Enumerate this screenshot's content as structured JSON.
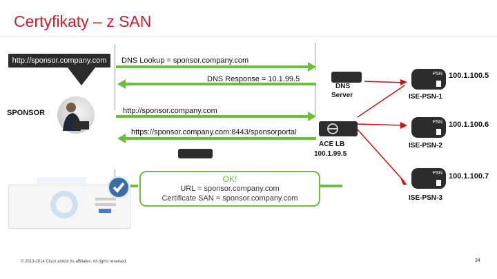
{
  "title": "Certyfikaty – z SAN",
  "url_box": "http://sponsor.company.com",
  "sponsor_label": "SPONSOR",
  "messages": {
    "dns_lookup": "DNS Lookup = sponsor.company.com",
    "dns_response": "DNS Response = 10.1.99.5",
    "http_request": "http://sponsor.company.com",
    "https_redirect": "https://sponsor.company.com:8443/sponsorportal"
  },
  "dns_server": {
    "line1": "DNS",
    "line2": "Server"
  },
  "ace_lb": {
    "line1": "ACE LB",
    "line2": "100.1.99.5"
  },
  "ok_box": {
    "ok": "OK!",
    "url": "URL = sponsor.company.com",
    "san": "Certificate SAN = sponsor.company.com"
  },
  "psn_nodes": [
    {
      "badge": "PSN",
      "ip": "100.1.100.5",
      "name": "ISE-PSN-1"
    },
    {
      "badge": "PSN",
      "ip": "100.1.100.6",
      "name": "ISE-PSN-2"
    },
    {
      "badge": "PSN",
      "ip": "100.1.100.7",
      "name": "ISE-PSN-3"
    }
  ],
  "footer": "© 2013-2014 Cisco and/or its affiliates. All rights reserved.",
  "page_number": "34",
  "colors": {
    "title": "#c8202f",
    "arrow_green": "#6cbf3c",
    "dark": "#2b2b2b",
    "red_arrow": "#cc1111"
  }
}
